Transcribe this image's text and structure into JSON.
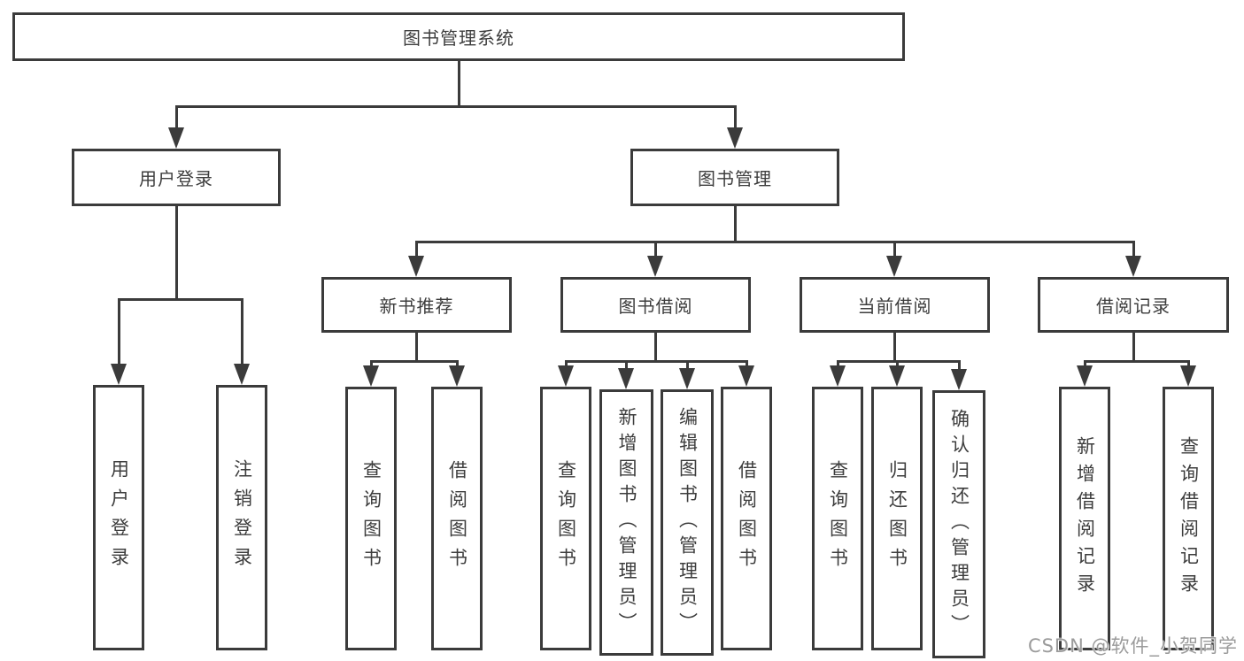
{
  "nodes": {
    "root": "图书管理系统",
    "user_login": "用户登录",
    "book_mgmt": "图书管理",
    "new_book_rec": "新书推荐",
    "book_borrow": "图书借阅",
    "current_borrow": "当前借阅",
    "borrow_record": "借阅记录",
    "leaf_user_login": "用户登录",
    "leaf_logout": "注销登录",
    "leaf_query_book_1": "查询图书",
    "leaf_borrow_book_1": "借阅图书",
    "leaf_query_book_2": "查询图书",
    "leaf_add_book": "新增图书（管理员）",
    "leaf_edit_book": "编辑图书（管理员）",
    "leaf_borrow_book_2": "借阅图书",
    "leaf_query_book_3": "查询图书",
    "leaf_return_book": "归还图书",
    "leaf_confirm_return": "确认归还（管理员）",
    "leaf_add_record": "新增借阅记录",
    "leaf_query_record": "查询借阅记录"
  },
  "watermark": "CSDN @软件_小贺同学",
  "colors": {
    "line": "#3b3b3b",
    "text": "#3d3d3d",
    "watermark": "#9b9b9b",
    "background": "#ffffff"
  }
}
